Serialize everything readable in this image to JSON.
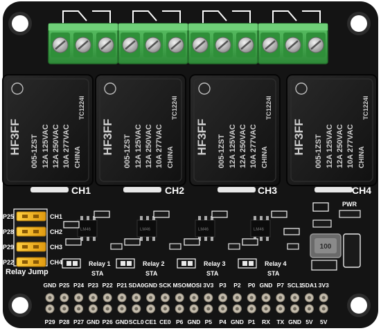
{
  "board": {
    "colors": {
      "pcb": "#141414",
      "terminal": "#3fa84a",
      "relay": "#1c1c1c",
      "jumper": "#f2b21b",
      "header_pin": "#b9b0a0",
      "silkscreen": "#ffffff"
    },
    "relays": [
      {
        "channel_label": "CH1",
        "model": "HF3FF",
        "part": "005-1ZST",
        "ratings": [
          "12A 125VAC",
          "12A 250VAC",
          "10A 277VAC"
        ],
        "origin": "CHINA",
        "cert": "TC1224I"
      },
      {
        "channel_label": "CH2",
        "model": "HF3FF",
        "part": "005-1ZST",
        "ratings": [
          "12A 125VAC",
          "12A 250VAC",
          "10A 277VAC"
        ],
        "origin": "CHINA",
        "cert": "TC1224I"
      },
      {
        "channel_label": "CH3",
        "model": "HF3FF",
        "part": "005-1ZST",
        "ratings": [
          "12A 125VAC",
          "12A 250VAC",
          "10A 277VAC"
        ],
        "origin": "CHINA",
        "cert": "TC1224I"
      },
      {
        "channel_label": "CH4",
        "model": "HF3FF",
        "part": "005-1ZST",
        "ratings": [
          "12A 125VAC",
          "12A 250VAC",
          "10A 277VAC"
        ],
        "origin": "CHINA",
        "cert": "TC1224I"
      }
    ],
    "jumper": {
      "title": "Relay Jump",
      "left_labels": [
        "P25",
        "P28",
        "P29",
        "P22"
      ],
      "right_labels": [
        "CH1",
        "CH2",
        "CH3",
        "CH4"
      ]
    },
    "relay_leds": [
      {
        "name": "Relay 1",
        "sta": "STA"
      },
      {
        "name": "Relay 2",
        "sta": "STA"
      },
      {
        "name": "Relay 3",
        "sta": "STA"
      },
      {
        "name": "Relay 4",
        "sta": "STA"
      }
    ],
    "pwr_label": "PWR",
    "inductor_label": "100",
    "chip_label": "LM46",
    "header": {
      "top_labels": [
        "GND",
        "P25",
        "P24",
        "P23",
        "P22",
        "P21",
        "SDA0",
        "GND",
        "SCK",
        "MSO",
        "MOSI",
        "3V3",
        "P3",
        "P2",
        "P0",
        "GND",
        "P7",
        "SCL1",
        "SDA1",
        "3V3"
      ],
      "bottom_labels": [
        "P29",
        "P28",
        "P27",
        "GND",
        "P26",
        "GND",
        "SCL0",
        "CE1",
        "CE0",
        "P6",
        "GND",
        "P5",
        "P4",
        "GND",
        "P1",
        "RX",
        "TX",
        "GND",
        "5V",
        "5V"
      ]
    }
  }
}
